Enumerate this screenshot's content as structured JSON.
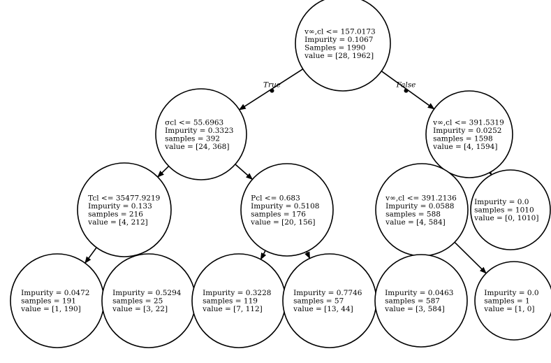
{
  "tree": {
    "nodes": [
      {
        "id": "root",
        "lines": [
          "v∞,cl <= 157.0173",
          "Impurity = 0.1067",
          "Samples = 1990",
          "value = [28, 1962]"
        ]
      },
      {
        "id": "l",
        "lines": [
          "σcl <= 55.6963",
          "Impurity = 0.3323",
          "samples = 392",
          "value = [24, 368]"
        ]
      },
      {
        "id": "r",
        "lines": [
          "v∞,cl <= 391.5319",
          "Impurity = 0.0252",
          "samples = 1598",
          "value = [4, 1594]"
        ]
      },
      {
        "id": "ll",
        "lines": [
          "Tcl <= 35477.9219",
          "Impurity = 0.133",
          "samples = 216",
          "value = [4, 212]"
        ]
      },
      {
        "id": "lr",
        "lines": [
          "Pcl <= 0.683",
          "Impurity = 0.5108",
          "samples = 176",
          "value = [20, 156]"
        ]
      },
      {
        "id": "rl",
        "lines": [
          "v∞,cl <= 391.2136",
          "Impurity = 0.0588",
          "samples = 588",
          "value = [4, 584]"
        ]
      },
      {
        "id": "rr",
        "lines": [
          "Impurity = 0.0",
          "samples = 1010",
          "value = [0, 1010]"
        ]
      },
      {
        "id": "lll",
        "lines": [
          "Impurity = 0.0472",
          "samples = 191",
          "value = [1, 190]"
        ]
      },
      {
        "id": "llr",
        "lines": [
          "Impurity = 0.5294",
          "samples = 25",
          "value = [3, 22]"
        ]
      },
      {
        "id": "lrl",
        "lines": [
          "Impurity = 0.3228",
          "samples = 119",
          "value = [7, 112]"
        ]
      },
      {
        "id": "lrr",
        "lines": [
          "Impurity = 0.7746",
          "samples = 57",
          "value = [13, 44]"
        ]
      },
      {
        "id": "rll",
        "lines": [
          "Impurity = 0.0463",
          "samples = 587",
          "value = [3, 584]"
        ]
      },
      {
        "id": "rlr",
        "lines": [
          "Impurity = 0.0",
          "samples = 1",
          "value = [1, 0]"
        ]
      }
    ],
    "edges": [
      {
        "from": "root",
        "to": "l",
        "label": "True"
      },
      {
        "from": "root",
        "to": "r",
        "label": "False"
      },
      {
        "from": "l",
        "to": "ll"
      },
      {
        "from": "l",
        "to": "lr"
      },
      {
        "from": "r",
        "to": "rl"
      },
      {
        "from": "r",
        "to": "rr"
      },
      {
        "from": "ll",
        "to": "lll"
      },
      {
        "from": "ll",
        "to": "llr"
      },
      {
        "from": "lr",
        "to": "lrl"
      },
      {
        "from": "lr",
        "to": "lrr"
      },
      {
        "from": "rl",
        "to": "rll"
      },
      {
        "from": "rl",
        "to": "rlr"
      }
    ]
  }
}
